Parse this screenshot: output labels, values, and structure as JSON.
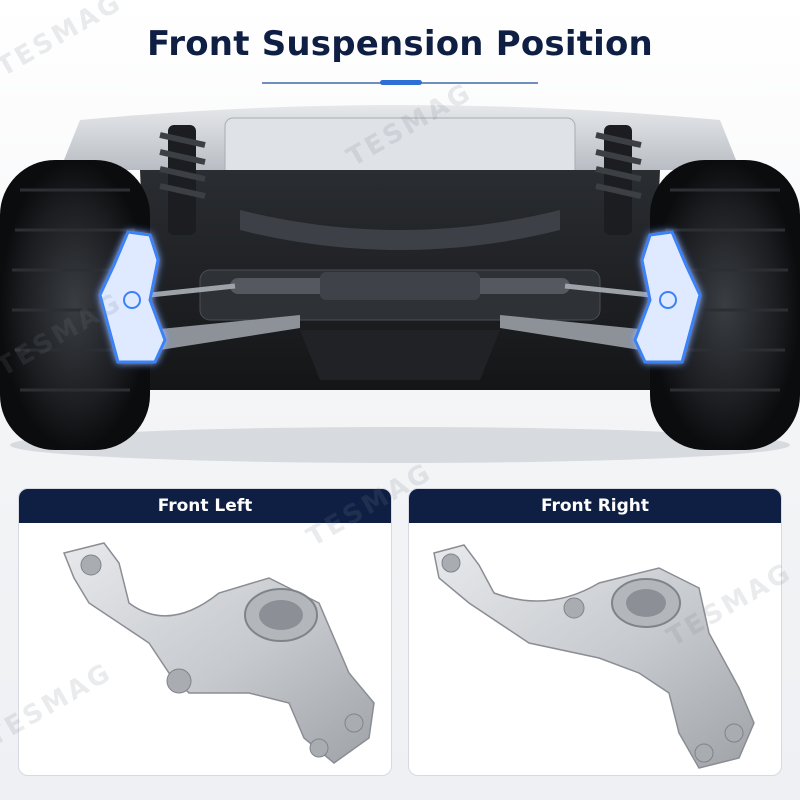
{
  "header": {
    "title": "Front Suspension Position"
  },
  "panels": {
    "left_label": "Front Left",
    "right_label": "Front Right"
  },
  "watermark": "TESMAG",
  "colors": {
    "title": "#0f1f44",
    "label_bg": "#0f1f44",
    "highlight": "#3b82f6",
    "aluminum": "#c9cccf"
  },
  "icons": {
    "hero": "vehicle-front-underbody",
    "left_part": "steering-knuckle-left",
    "right_part": "steering-knuckle-right"
  }
}
